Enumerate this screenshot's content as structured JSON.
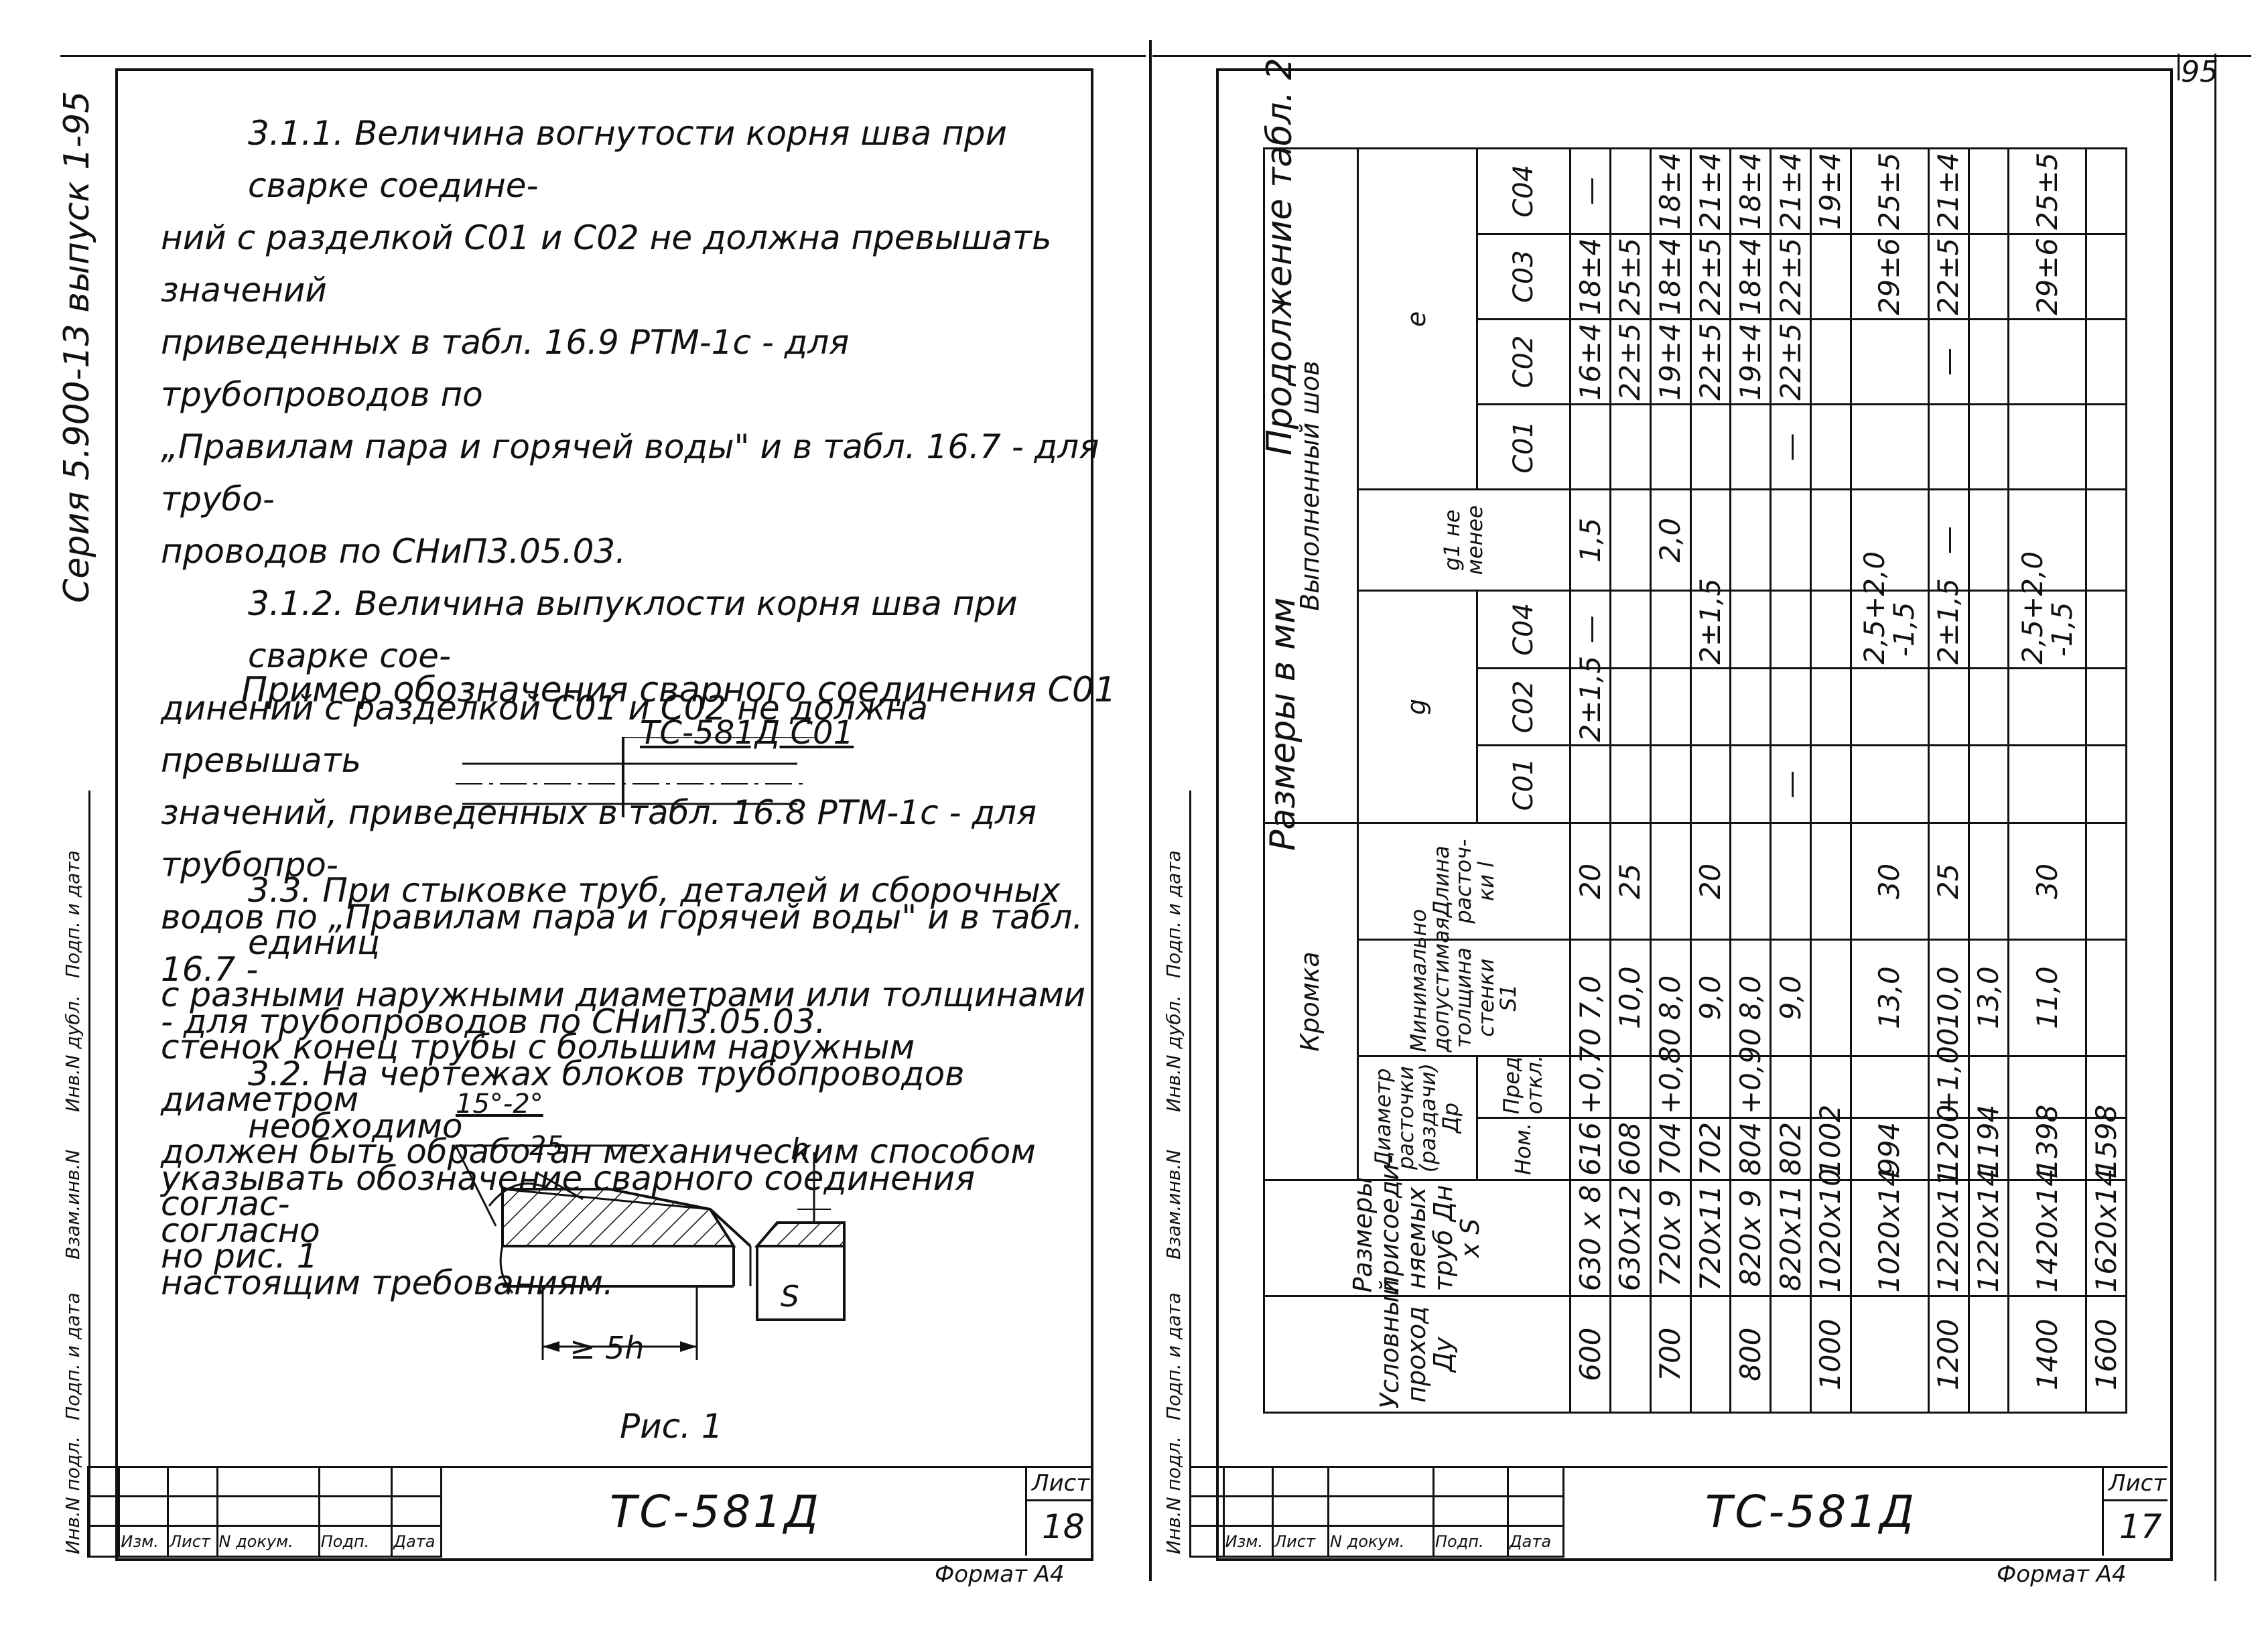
{
  "series_margin": "Серия 5.900-13 выпуск 1-95",
  "page_number_top": "95",
  "left_sheet": {
    "paragraphs": [
      "3.1.1. Величина вогнутости корня шва при сварке соедине-",
      "ний с разделкой С01 и С02 не должна превышать значений",
      "приведенных в табл. 16.9 РТМ-1с - для трубопроводов по",
      "„Правилам пара и горячей воды\" и в табл. 16.7 - для трубо-",
      "проводов по СНиП3.05.03.",
      "3.1.2. Величина выпуклости корня шва при сварке сое-",
      "динений с разделкой С01 и С02 не должна превышать",
      "значений, приведенных в табл. 16.8 РТМ-1с - для трубопро-",
      "водов по „Правилам пара и горячей воды\" и в табл. 16.7 -",
      "- для трубопроводов по СНиП3.05.03.",
      "3.2. На чертежах блоков трубопроводов необходимо",
      "указывать обозначение сварного соединения согласно",
      "настоящим требованиям."
    ],
    "example_title": "Пример обозначения сварного соединения С01",
    "example_label": "ТС-581Д С01",
    "para33": [
      "3.3. При стыковке труб, деталей и сборочных единиц",
      "с разными наружными диаметрами или толщинами",
      "стенок конец трубы с большим наружным диаметром",
      "должен быть обработан механическим способом соглас-",
      "но рис. 1"
    ],
    "figure": {
      "angle": "15°-2°",
      "dim25": "25",
      "h": "h",
      "s": "S",
      "min_len": "≥ 5h",
      "caption": "Рис. 1"
    },
    "stamp": {
      "cols": [
        "Изм.",
        "Лист",
        "N докум.",
        "Подп.",
        "Дата"
      ],
      "code": "ТС-581Д",
      "sheet_label": "Лист",
      "sheet_no": "18",
      "format": "Формат А4"
    },
    "side_labels": [
      "Инв.N подл.",
      "Подп. и дата",
      "Взам.инв.N",
      "Инв.N дубл.",
      "Подп. и дата"
    ]
  },
  "right_sheet": {
    "continuation": "Продолжение табл. 2",
    "units": "Размеры в мм",
    "headers": {
      "du": "Условный проход Ду",
      "pipe": "Размеры присоеди- няемых труб Дн х S",
      "kromka": "Кромка",
      "dp": "Диаметр расточки (раздачи) Др",
      "nom": "Ном.",
      "pred": "Пред откл.",
      "smin": "Минимально допустимая толщина стенки S1",
      "length": "Длина расточ- ки l",
      "shov": "Выполненный шов",
      "g": "g",
      "g1": "g1 не менее",
      "e": "e",
      "c01": "С01",
      "c02": "С02",
      "c03": "С03",
      "c04": "С04"
    },
    "rows": [
      {
        "du": "600",
        "pipe": "630 х 8",
        "nom": "616",
        "pred": "+0,70",
        "s1": "7,0",
        "l": "20",
        "g_c02": "2±1,5",
        "g_c04": "—",
        "g1": "1,5",
        "e_c01": "",
        "e_c02": "16±4",
        "e_c03": "18±4",
        "e_c04": "—"
      },
      {
        "du": "",
        "pipe": "630х12",
        "nom": "608",
        "pred": "",
        "s1": "10,0",
        "l": "25",
        "g_c02": "",
        "g_c04": "",
        "g1": "",
        "e_c01": "",
        "e_c02": "22±5",
        "e_c03": "25±5",
        "e_c04": ""
      },
      {
        "du": "700",
        "pipe": "720х 9",
        "nom": "704",
        "pred": "+0,80",
        "s1": "8,0",
        "l": "",
        "g_c02": "",
        "g_c04": "",
        "g1": "2,0",
        "e_c01": "",
        "e_c02": "19±4",
        "e_c03": "18±4",
        "e_c04": "18±4"
      },
      {
        "du": "",
        "pipe": "720х11",
        "nom": "702",
        "pred": "",
        "s1": "9,0",
        "l": "20",
        "g_c02": "",
        "g_c04": "2±1,5",
        "g1": "",
        "e_c01": "",
        "e_c02": "22±5",
        "e_c03": "22±5",
        "e_c04": "21±4"
      },
      {
        "du": "800",
        "pipe": "820х 9",
        "nom": "804",
        "pred": "+0,90",
        "s1": "8,0",
        "l": "",
        "g_c02": "",
        "g_c04": "",
        "g1": "",
        "e_c01": "",
        "e_c02": "19±4",
        "e_c03": "18±4",
        "e_c04": "18±4"
      },
      {
        "du": "",
        "pipe": "820х11",
        "nom": "802",
        "pred": "",
        "s1": "9,0",
        "l": "",
        "g_c02": "",
        "g_c04": "",
        "g1": "",
        "e_c01": "—",
        "e_c02": "22±5",
        "e_c03": "22±5",
        "e_c04": "21±4"
      },
      {
        "du": "1000",
        "pipe": "1020х10",
        "nom": "1002",
        "pred": "",
        "s1": "",
        "l": "",
        "g_c02": "",
        "g_c04": "",
        "g1": "",
        "e_c01": "",
        "e_c02": "",
        "e_c03": "",
        "e_c04": "19±4"
      },
      {
        "du": "",
        "pipe": "1020х14",
        "nom": "994",
        "pred": "",
        "s1": "13,0",
        "l": "30",
        "g_c02": "",
        "g_c04": "2,5+2,0 -1,5",
        "g1": "",
        "e_c01": "",
        "e_c02": "",
        "e_c03": "29±6",
        "e_c04": "25±5"
      },
      {
        "du": "1200",
        "pipe": "1220х11",
        "nom": "1200",
        "pred": "+1,00",
        "s1": "10,0",
        "l": "25",
        "g_c02": "",
        "g_c04": "2±1,5",
        "g1": "—",
        "e_c01": "",
        "e_c02": "—",
        "e_c03": "22±5",
        "e_c04": "21±4"
      },
      {
        "du": "",
        "pipe": "1220х14",
        "nom": "1194",
        "pred": "",
        "s1": "13,0",
        "l": "",
        "g_c02": "",
        "g_c04": "",
        "g1": "",
        "e_c01": "",
        "e_c02": "",
        "e_c03": "",
        "e_c04": ""
      },
      {
        "du": "1400",
        "pipe": "1420х14",
        "nom": "1398",
        "pred": "",
        "s1": "11,0",
        "l": "30",
        "g_c02": "",
        "g_c04": "2,5+2,0 -1,5",
        "g1": "",
        "e_c01": "",
        "e_c02": "",
        "e_c03": "29±6",
        "e_c04": "25±5"
      },
      {
        "du": "1600",
        "pipe": "1620х14",
        "nom": "1598",
        "pred": "",
        "s1": "",
        "l": "",
        "g_c02": "",
        "g_c04": "",
        "g1": "",
        "e_c01": "",
        "e_c02": "",
        "e_c03": "",
        "e_c04": ""
      }
    ],
    "g_c01": "—",
    "stamp": {
      "cols": [
        "Изм.",
        "Лист",
        "N докум.",
        "Подп.",
        "Дата"
      ],
      "code": "ТС-581Д",
      "sheet_label": "Лист",
      "sheet_no": "17",
      "format": "Формат А4"
    },
    "side_labels": [
      "Инв.N подл.",
      "Подп. и дата",
      "Взам.инв.N",
      "Инв.N дубл.",
      "Подп. и дата"
    ]
  }
}
